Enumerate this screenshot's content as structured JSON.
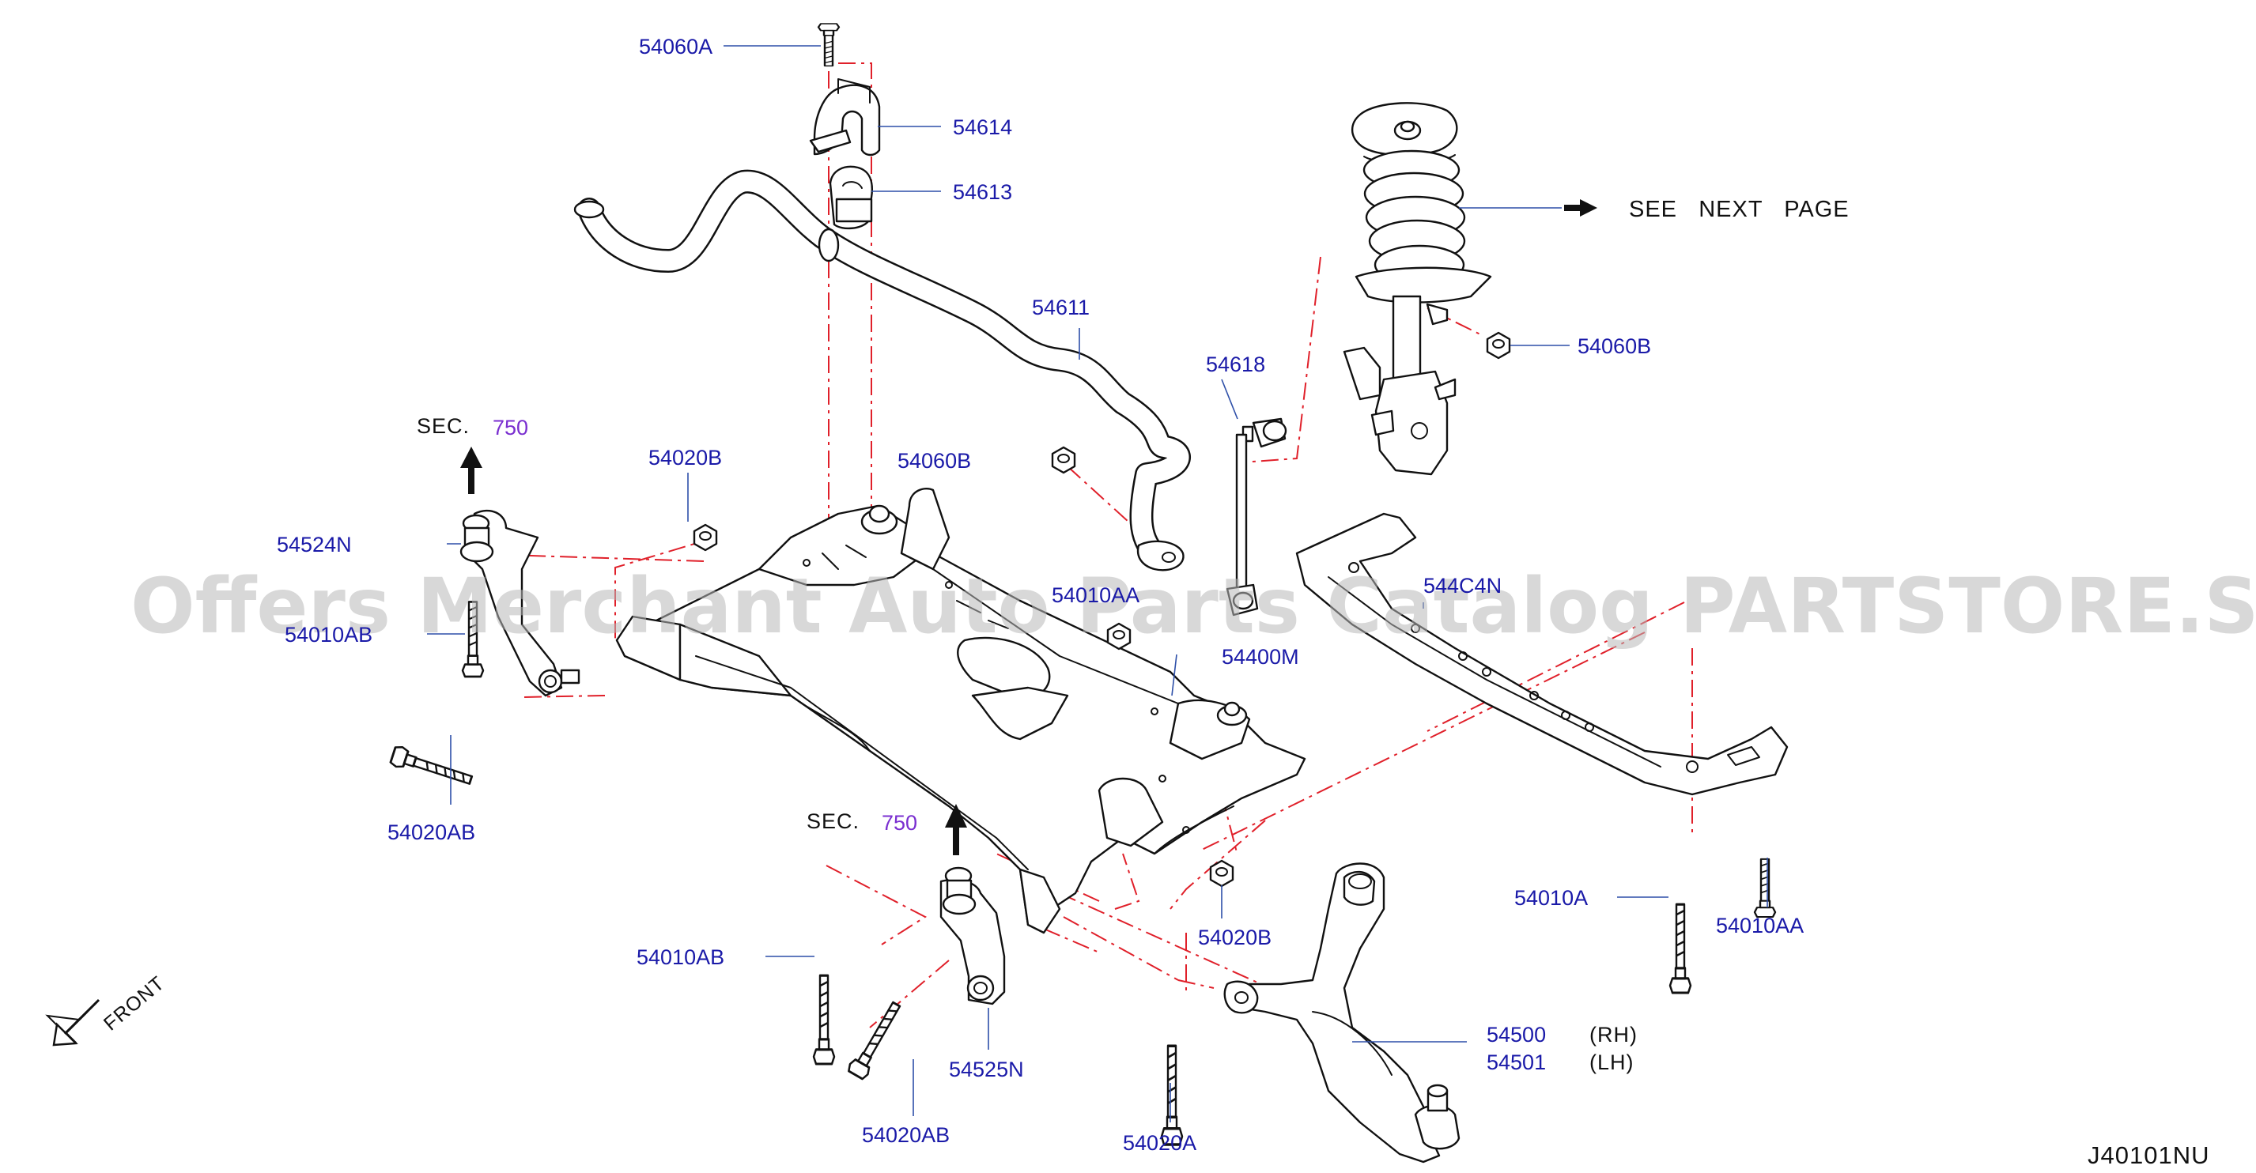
{
  "callouts": [
    {
      "id": "c-54060a",
      "text": "54060A"
    },
    {
      "id": "c-54614",
      "text": "54614"
    },
    {
      "id": "c-54613",
      "text": "54613"
    },
    {
      "id": "c-54611",
      "text": "54611"
    },
    {
      "id": "c-54618",
      "text": "54618"
    },
    {
      "id": "c-54060b-upper",
      "text": "54060B"
    },
    {
      "id": "c-54060b-mid",
      "text": "54060B"
    },
    {
      "id": "c-54020b-upper",
      "text": "54020B"
    },
    {
      "id": "c-54524n",
      "text": "54524N"
    },
    {
      "id": "c-54010ab-upper",
      "text": "54010AB"
    },
    {
      "id": "c-54020ab-left",
      "text": "54020AB"
    },
    {
      "id": "c-54010aa-partial",
      "text": "54010AA"
    },
    {
      "id": "c-54400m",
      "text": "54400M"
    },
    {
      "id": "c-544c4n",
      "text": "544C4N"
    },
    {
      "id": "c-54010a",
      "text": "54010A"
    },
    {
      "id": "c-54010aa",
      "text": "54010AA"
    },
    {
      "id": "c-54020b-lower",
      "text": "54020B"
    },
    {
      "id": "c-54010ab-lower",
      "text": "54010AB"
    },
    {
      "id": "c-54525n",
      "text": "54525N"
    },
    {
      "id": "c-54020ab-bottom",
      "text": "54020AB"
    },
    {
      "id": "c-54020a",
      "text": "54020A"
    },
    {
      "id": "c-54500",
      "text": "54500"
    },
    {
      "id": "c-54501",
      "text": "54501"
    }
  ],
  "side_notes": {
    "rh": "(RH)",
    "lh": "(LH)"
  },
  "see_next_page": "SEE   NEXT   PAGE",
  "section_refs": [
    {
      "prefix": "SEC.",
      "number": "750"
    },
    {
      "prefix": "SEC.",
      "number": "750"
    }
  ],
  "front_label": "FRONT",
  "diagram_code": "J40101NU",
  "watermark": "Offers Merchant Auto Parts Catalog PARTSTORE.SA",
  "colors": {
    "callout": "#1a1aa8",
    "section_number": "#7a2fd0",
    "centerline": "#e0202a",
    "leader": "#2d4fa8"
  }
}
